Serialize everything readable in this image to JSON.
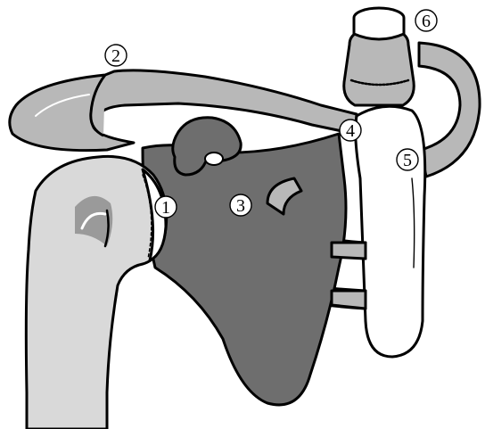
{
  "labels": [
    {
      "id": "1",
      "text": "1"
    },
    {
      "id": "2",
      "text": "2"
    },
    {
      "id": "3",
      "text": "3"
    },
    {
      "id": "4",
      "text": "4"
    },
    {
      "id": "5",
      "text": "5"
    },
    {
      "id": "6",
      "text": "6"
    }
  ],
  "colors": {
    "background": "#ffffff",
    "outline": "#000000",
    "humerus": "#d9d9d9",
    "scapula": "#6e6e6e",
    "clavicle_ribs": "#b8b8b8",
    "sternum": "#ffffff"
  }
}
